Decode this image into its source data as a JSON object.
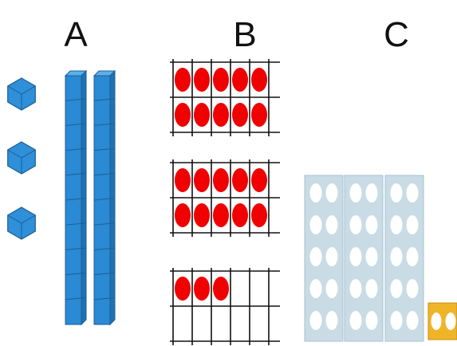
{
  "labels": {
    "a": "A",
    "b": "B",
    "c": "C"
  },
  "models": {
    "a": {
      "rods": 2,
      "cubes": 3
    },
    "b": {
      "frames": [
        {
          "filled": 10
        },
        {
          "filled": 10
        },
        {
          "filled": 3
        }
      ]
    },
    "c": {
      "tens_strips": 3,
      "ones": 2
    }
  },
  "colors": {
    "cube_blue": "#2f8fd8",
    "rod_blue": "#2a8ad3",
    "counter_red": "#f00000",
    "grid_line": "#111111",
    "strip_fill": "#c9dbe4",
    "strip_hole": "#ffffff",
    "ones_fill": "#f0b429"
  },
  "icons": {
    "unit_cube": "cube-icon",
    "ten_rod": "rod-icon",
    "counter": "circle-icon"
  }
}
